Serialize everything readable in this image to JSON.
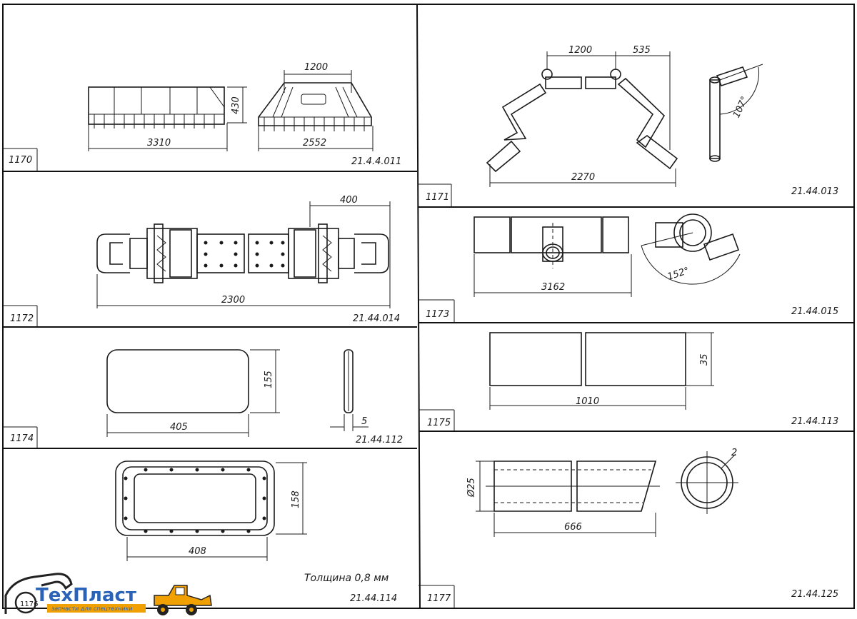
{
  "panels": [
    {
      "number": "1170",
      "code": "21.4.4.011",
      "dims": [
        "1200",
        "430",
        "3310",
        "2552"
      ]
    },
    {
      "number": "1171",
      "code": "21.44.013",
      "dims": [
        "1200",
        "535",
        "107°",
        "2270"
      ]
    },
    {
      "number": "1172",
      "code": "21.44.014",
      "dims": [
        "400",
        "2300"
      ]
    },
    {
      "number": "1173",
      "code": "21.44.015",
      "dims": [
        "152°",
        "3162"
      ]
    },
    {
      "number": "1174",
      "code": "21.44.112",
      "dims": [
        "155",
        "405",
        "5"
      ]
    },
    {
      "number": "1175",
      "code": "21.44.113",
      "dims": [
        "35",
        "1010"
      ]
    },
    {
      "number": "1176",
      "code": "21.44.114",
      "dims": [
        "158",
        "408"
      ],
      "note": "Толщина 0,8 мм"
    },
    {
      "number": "1177",
      "code": "21.44.125",
      "dims": [
        "2",
        "Ø25",
        "666"
      ]
    }
  ],
  "logo": {
    "brand": "ТехПласт",
    "tagline": "запчасти для спецтехники"
  },
  "colors": {
    "line": "#1a1a1a",
    "logo_blue": "#2a62b8",
    "logo_orange": "#f0a000"
  }
}
